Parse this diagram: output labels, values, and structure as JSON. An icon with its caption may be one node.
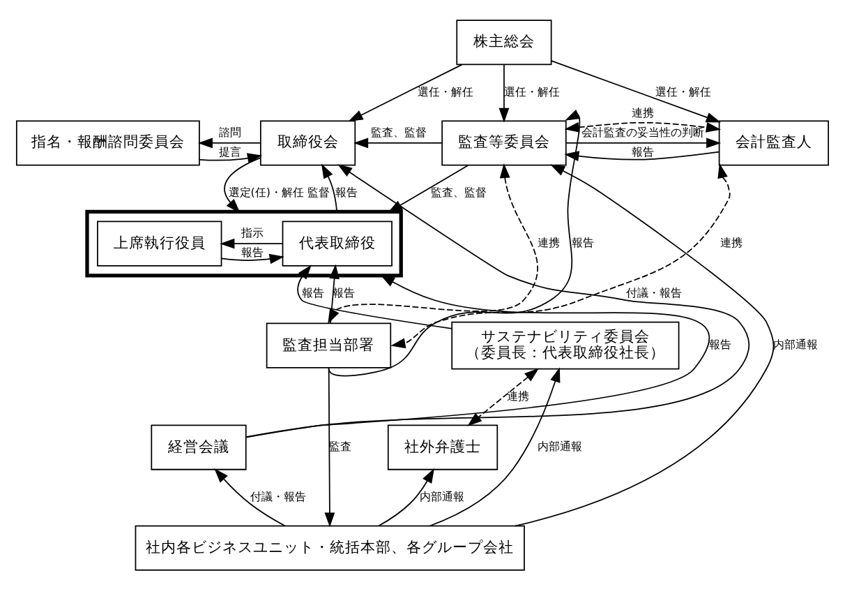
{
  "diagram": {
    "nodes": [
      {
        "text": [
          "株主総会"
        ]
      },
      {
        "text": [
          "指名・報酬諮問委員会"
        ]
      },
      {
        "text": [
          "取締役会"
        ]
      },
      {
        "text": [
          "監査等委員会"
        ]
      },
      {
        "text": [
          "会計監査人"
        ]
      },
      {
        "text": [],
        "shape": "box"
      },
      {
        "text": [
          "上席執行役員"
        ],
        "in": 5
      },
      {
        "text": [
          "代表取締役"
        ],
        "in": 5
      },
      {
        "text": [
          "サステナビリティ委員会",
          "（委員長：代表取締役社長）"
        ]
      },
      {
        "text": [
          "監査担当部署"
        ]
      },
      {
        "text": [
          "社外弁護士"
        ]
      },
      {
        "text": [
          "経営会議"
        ]
      },
      {
        "text": [
          "社内各ビジネスユニット・統括本部、各グループ会社"
        ]
      }
    ],
    "edges": [
      {
        "from": 0,
        "to": 2,
        "arrow": "to",
        "label": "選任・解任"
      },
      {
        "from": 0,
        "to": 3,
        "arrow": "to",
        "label": "選任・解任"
      },
      {
        "from": 0,
        "to": 4,
        "arrow": "to",
        "label": "選任・解任"
      },
      {
        "from": 2,
        "to": 1,
        "arrow": "to",
        "label": "諮問"
      },
      {
        "from": 1,
        "to": 2,
        "arrow": "to",
        "label": "提言"
      },
      {
        "from": 3,
        "to": 2,
        "arrow": "to",
        "label": "監査、監督"
      },
      {
        "from": 3,
        "to": 5,
        "arrow": "to",
        "label": "監査、監督"
      },
      {
        "from": 2,
        "to": 5,
        "arrow": "to",
        "label": "選定(任)・解任 監督"
      },
      {
        "from": 5,
        "to": 2,
        "arrow": "to",
        "label": "報告"
      },
      {
        "from": 7,
        "to": 6,
        "arrow": "to",
        "label": "指示"
      },
      {
        "from": 6,
        "to": 7,
        "arrow": "to",
        "label": "報告"
      },
      {
        "from": 8,
        "to": 7,
        "arrow": "to",
        "label": "報告"
      },
      {
        "from": 9,
        "to": 7,
        "arrow": "to",
        "label": "報告"
      },
      {
        "from": 4,
        "to": 3,
        "arrow": "to",
        "label": "報告"
      },
      {
        "from": 3,
        "to": 4,
        "arrow": "both",
        "label": "連携",
        "style": "dashed"
      },
      {
        "from": 3,
        "to": 4,
        "arrow": "to",
        "label": "会計監査の妥当性の判断"
      },
      {
        "from": 3,
        "to": 9,
        "arrow": "both",
        "label": "連携",
        "style": "dashed"
      },
      {
        "from": 9,
        "to": 3,
        "arrow": "to",
        "label": "報告"
      },
      {
        "from": 4,
        "to": 9,
        "arrow": "both",
        "label": "連携",
        "style": "dashed"
      },
      {
        "from": 8,
        "to": 10,
        "arrow": "both",
        "label": "連携",
        "style": "dashed"
      },
      {
        "from": 12,
        "to": 10,
        "arrow": "to",
        "label": "内部通報"
      },
      {
        "from": 12,
        "to": 8,
        "arrow": "to",
        "label": "内部通報"
      },
      {
        "from": 12,
        "to": 3,
        "arrow": "to",
        "label": "内部通報"
      },
      {
        "from": 9,
        "to": 12,
        "arrow": "to",
        "label": "監査"
      },
      {
        "from": 11,
        "to": 2,
        "arrow": "to",
        "label": "付議・報告"
      },
      {
        "from": 11,
        "to": 5,
        "arrow": "to",
        "label": "報告"
      },
      {
        "from": 12,
        "to": 11,
        "arrow": "to",
        "label": "付議・報告"
      }
    ]
  }
}
